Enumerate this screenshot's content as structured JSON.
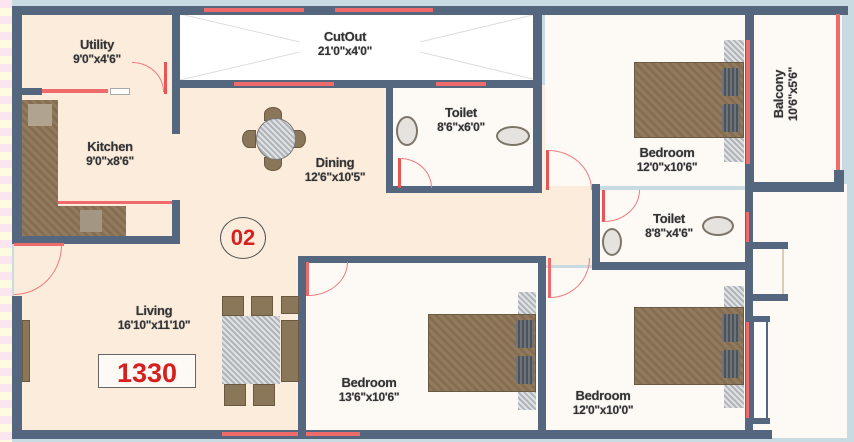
{
  "plan": {
    "unit_number": "02",
    "area_sqft": "1330",
    "colors": {
      "wall": "#55667f",
      "window": "#ef6a6a",
      "floor_common": "#fcecdc",
      "floor_rooms": "#fdfaf6",
      "background": "#c9dbe2",
      "accent_text": "#d62020"
    },
    "rooms": [
      {
        "id": "utility",
        "name": "Utility",
        "dim": "9'0\"x4'6\""
      },
      {
        "id": "cutout",
        "name": "CutOut",
        "dim": "21'0\"x4'0\""
      },
      {
        "id": "kitchen",
        "name": "Kitchen",
        "dim": "9'0\"x8'6\""
      },
      {
        "id": "dining",
        "name": "Dining",
        "dim": "12'6\"x10'5\""
      },
      {
        "id": "toilet1",
        "name": "Toilet",
        "dim": "8'6\"x6'0\""
      },
      {
        "id": "bedroom1",
        "name": "Bedroom",
        "dim": "12'0\"x10'6\""
      },
      {
        "id": "balcony",
        "name": "Balcony",
        "dim": "10'6\"x5'6\""
      },
      {
        "id": "toilet2",
        "name": "Toilet",
        "dim": "8'8\"x4'6\""
      },
      {
        "id": "living",
        "name": "Living",
        "dim": "16'10\"x11'10\""
      },
      {
        "id": "bedroom2",
        "name": "Bedroom",
        "dim": "13'6\"x10'6\""
      },
      {
        "id": "bedroom3",
        "name": "Bedroom",
        "dim": "12'0\"x10'0\""
      }
    ]
  }
}
